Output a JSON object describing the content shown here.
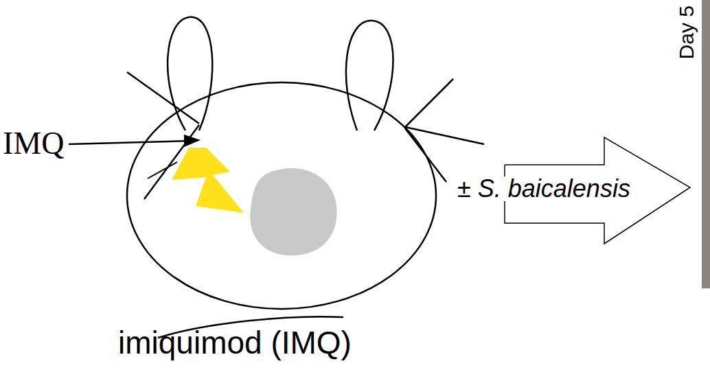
{
  "diagram": {
    "nodes": [
      {
        "text": [
          "± S. baicalensis"
        ]
      }
    ],
    "labels": [
      "IMQ",
      "imiquimod (IMQ)",
      "Day 5"
    ]
  }
}
